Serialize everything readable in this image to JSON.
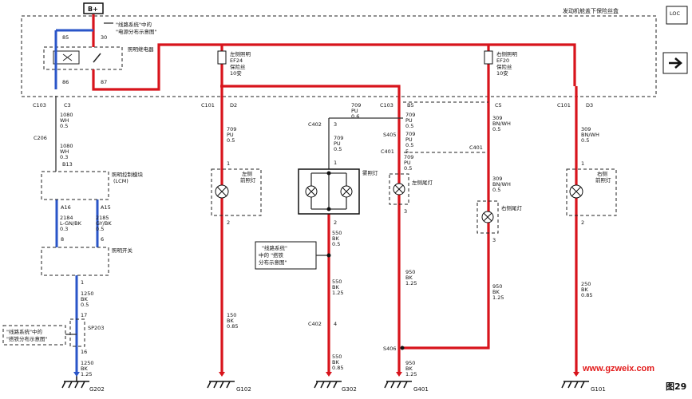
{
  "header": {
    "power": "B+",
    "box_title": "发动机舱盖下保险丝盒",
    "loc": "LOC"
  },
  "callouts": {
    "power_ref_1": "\"线路系统\"中的",
    "power_ref_2": "\"电源分布示意图\"",
    "ground_ref_mid_1": "\"线路系统\"",
    "ground_ref_mid_2": "中的 \"搭铁",
    "ground_ref_mid_3": "分布示意图\"",
    "ground_ref_left_1": "\"线路系统\"中的",
    "ground_ref_left_2": "\"搭铁分布示意图\""
  },
  "relay": {
    "name": "照明继电器",
    "pins": [
      "85",
      "30",
      "86",
      "87"
    ]
  },
  "fuses": [
    {
      "line1": "左侧照明",
      "line2": "EF24",
      "line3": "保险丝",
      "line4": "10安"
    },
    {
      "line1": "右侧照明",
      "line2": "EF20",
      "line3": "保险丝",
      "line4": "10安"
    }
  ],
  "connectors": {
    "c103_left": "C103",
    "c3": "C3",
    "c101_left": "C101",
    "d2": "D2",
    "c103_right": "C103",
    "b5": "B5",
    "c5": "C5",
    "c101_right": "C101",
    "d3": "D3",
    "c206": "C206",
    "b13": "B13",
    "a16": "A16",
    "a15": "A15",
    "pin_8": "8",
    "pin_6": "6",
    "pin_1a": "1",
    "pin_17": "17",
    "pin_16": "16",
    "sp203": "SP203",
    "c402_top": "C402",
    "pin_3": "3",
    "c402_bot": "C402",
    "pin_4": "4",
    "s405": "S405",
    "c401_left": "C401",
    "pin_5": "5",
    "c401_right": "C401",
    "s406": "S406"
  },
  "wires": {
    "w1080a": {
      "n": "1080",
      "c": "WH",
      "s": "0.5"
    },
    "w1080b": {
      "n": "1080",
      "c": "WH",
      "s": "0.3"
    },
    "w2184": {
      "n": "2184",
      "c": "L-GN/BK",
      "s": "0.3"
    },
    "w2185": {
      "n": "2185",
      "c": "GY/BK",
      "s": "0.5"
    },
    "w1250a": {
      "n": "1250",
      "c": "BK",
      "s": "0.5"
    },
    "w1250b": {
      "n": "1250",
      "c": "BK",
      "s": "1.25"
    },
    "w709_left": {
      "n": "709",
      "c": "PU",
      "s": "0.5"
    },
    "w709_top": {
      "n": "709",
      "c": "PU",
      "s": "0.6"
    },
    "w709_b5": {
      "n": "709",
      "c": "PU",
      "s": "0.5"
    },
    "w709_s405": {
      "n": "709",
      "c": "PU",
      "s": "0.5"
    },
    "w709_fog": {
      "n": "709",
      "c": "PU",
      "s": "0.5"
    },
    "w709_c401": {
      "n": "709",
      "c": "PU",
      "s": "0.5"
    },
    "w309_top": {
      "n": "309",
      "c": "BN/WH",
      "s": "0.5"
    },
    "w309_mid": {
      "n": "309",
      "c": "BN/WH",
      "s": "0.5"
    },
    "w309_right": {
      "n": "309",
      "c": "BN/WH",
      "s": "0.5"
    },
    "w150": {
      "n": "150",
      "c": "BK",
      "s": "0.85"
    },
    "w550a": {
      "n": "550",
      "c": "BK",
      "s": "0.5"
    },
    "w550b": {
      "n": "550",
      "c": "BK",
      "s": "1.25"
    },
    "w550c": {
      "n": "550",
      "c": "BK",
      "s": "0.85"
    },
    "w950a": {
      "n": "950",
      "c": "BK",
      "s": "1.25"
    },
    "w950b": {
      "n": "950",
      "c": "BK",
      "s": "1.25"
    },
    "w950c": {
      "n": "950",
      "c": "BK",
      "s": "1.25"
    },
    "w250": {
      "n": "250",
      "c": "BK",
      "s": "0.85"
    }
  },
  "modules": {
    "lighting_module_1": "照明控制模块",
    "lighting_module_2": "(LCM)",
    "light_switch": "照明开关",
    "fog_lamp": "雾照灯"
  },
  "lamps": {
    "left_head_1": "左侧",
    "left_head_2": "前照灯",
    "left_tail": "左侧尾灯",
    "right_tail": "右侧尾灯",
    "right_head_1": "右侧",
    "right_head_2": "前照灯",
    "pin1": "1",
    "pin2": "2",
    "pin3": "3"
  },
  "grounds": [
    "G202",
    "G102",
    "G302",
    "G401",
    "G101"
  ],
  "watermark": "www.gzweix.com",
  "figure": "图29",
  "colors": {
    "power_wire": "#d8141c",
    "ground_wire": "#2a55c8"
  }
}
